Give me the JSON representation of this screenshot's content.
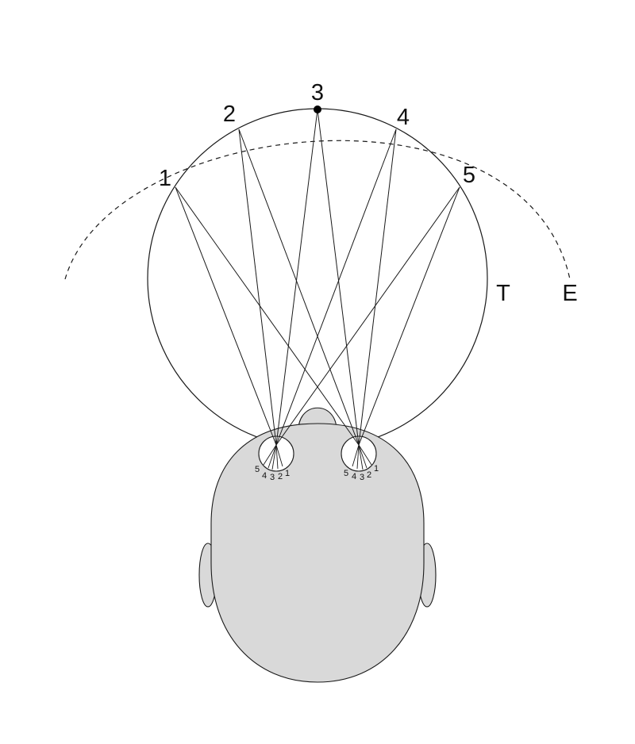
{
  "points": [
    {
      "id": "p1",
      "label": "1"
    },
    {
      "id": "p2",
      "label": "2"
    },
    {
      "id": "p3",
      "label": "3"
    },
    {
      "id": "p4",
      "label": "4"
    },
    {
      "id": "p5",
      "label": "5"
    }
  ],
  "curve_labels": {
    "torus": "T",
    "horopter": "E"
  },
  "retina_labels": {
    "left": [
      "5",
      "4",
      "3",
      "2",
      "1"
    ],
    "right": [
      "5",
      "4",
      "3",
      "2",
      "1"
    ]
  },
  "colors": {
    "stroke": "#1a1a1a",
    "head_fill": "#d9d9d9",
    "eye_fill": "#ffffff",
    "background": "#ffffff",
    "fixation_point": "#000000"
  }
}
